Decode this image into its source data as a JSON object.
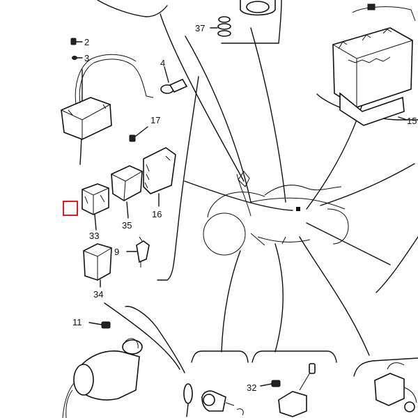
{
  "callouts": {
    "c2": "2",
    "c3": "3",
    "c4": "4",
    "c9": "9",
    "c11": "11",
    "c15": "15",
    "c16": "16",
    "c17": "17",
    "c32": "32",
    "c33": "33",
    "c34": "34",
    "c35": "35",
    "c37": "37"
  },
  "selection": {
    "color": "#e01b24",
    "target_part": "33"
  }
}
